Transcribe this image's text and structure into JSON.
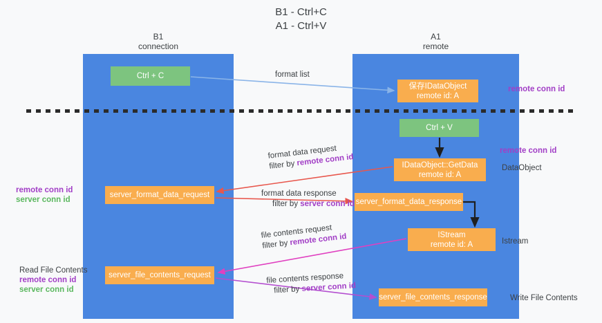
{
  "title": {
    "line1": "B1 - Ctrl+C",
    "line2": "A1 - Ctrl+V"
  },
  "columns": [
    {
      "name": "b1",
      "heading_line1": "B1",
      "heading_line2": "connection",
      "color": "#4a86e0"
    },
    {
      "name": "a1",
      "heading_line1": "A1",
      "heading_line2": "remote",
      "color": "#4a86e0"
    }
  ],
  "boxes": {
    "ctrl_c": {
      "line1": "Ctrl + C",
      "line2": "",
      "color": "#7dc47f"
    },
    "idataobject": {
      "line1": "保存IDataObject",
      "line2": "remote id: A",
      "color": "#f9ad4e"
    },
    "ctrl_v": {
      "line1": "Ctrl + V",
      "line2": "",
      "color": "#7dc47f"
    },
    "getdata": {
      "line1": "IDataObject::GetData",
      "line2": "remote id: A",
      "color": "#f9ad4e"
    },
    "server_format_data_request": {
      "line1": "server_format_data_request",
      "line2": "",
      "color": "#f9ad4e"
    },
    "server_format_data_response": {
      "line1": "server_format_data_response",
      "line2": "",
      "color": "#f9ad4e"
    },
    "istream": {
      "line1": "IStream",
      "line2": "remote id: A",
      "color": "#f9ad4e"
    },
    "server_file_contents_request": {
      "line1": "server_file_contents_request",
      "line2": "",
      "color": "#f9ad4e"
    },
    "server_file_contents_response": {
      "line1": "server_file_contents_response",
      "line2": "",
      "color": "#f9ad4e"
    }
  },
  "side_labels": {
    "remote_conn_id_top": "remote conn id",
    "remote_conn_id_mid": "remote conn id",
    "dataobject": "DataObject",
    "istream": "Istream",
    "write_file_contents": "Write File Contents",
    "read_file_contents": "Read File Contents",
    "remote_conn_id_left": "remote conn id",
    "server_conn_id_left": "server conn id",
    "remote_conn_id_left2": "remote conn id",
    "server_conn_id_left2": "server conn id"
  },
  "arrow_labels": {
    "format_list": "format list",
    "format_data_request": "format data request",
    "format_data_request_filter_prefix": "filter by ",
    "format_data_request_filter_key": "remote conn id",
    "format_data_response": "format data response",
    "format_data_response_filter_prefix": "filter by ",
    "format_data_response_filter_key": "server conn id",
    "file_contents_request": "file contents request",
    "file_contents_request_filter_prefix": "filter by ",
    "file_contents_request_filter_key": "remote conn id",
    "file_contents_response": "file contents response",
    "file_contents_response_filter_prefix": "filter by ",
    "file_contents_response_filter_key": "server conn id"
  },
  "colors": {
    "lane": "#4a86e0",
    "green_box": "#7dc47f",
    "orange_box": "#f9ad4e",
    "purple_text": "#a23fc6",
    "green_text": "#5bb85f",
    "arrow_blue": "#8ab4e8",
    "arrow_red": "#e8574d",
    "arrow_magenta": "#e040c0",
    "arrow_purple": "#a23fc6",
    "arrow_black": "#1f1f1f",
    "background": "#f8f9fa",
    "divider": "#2b2b2b"
  }
}
